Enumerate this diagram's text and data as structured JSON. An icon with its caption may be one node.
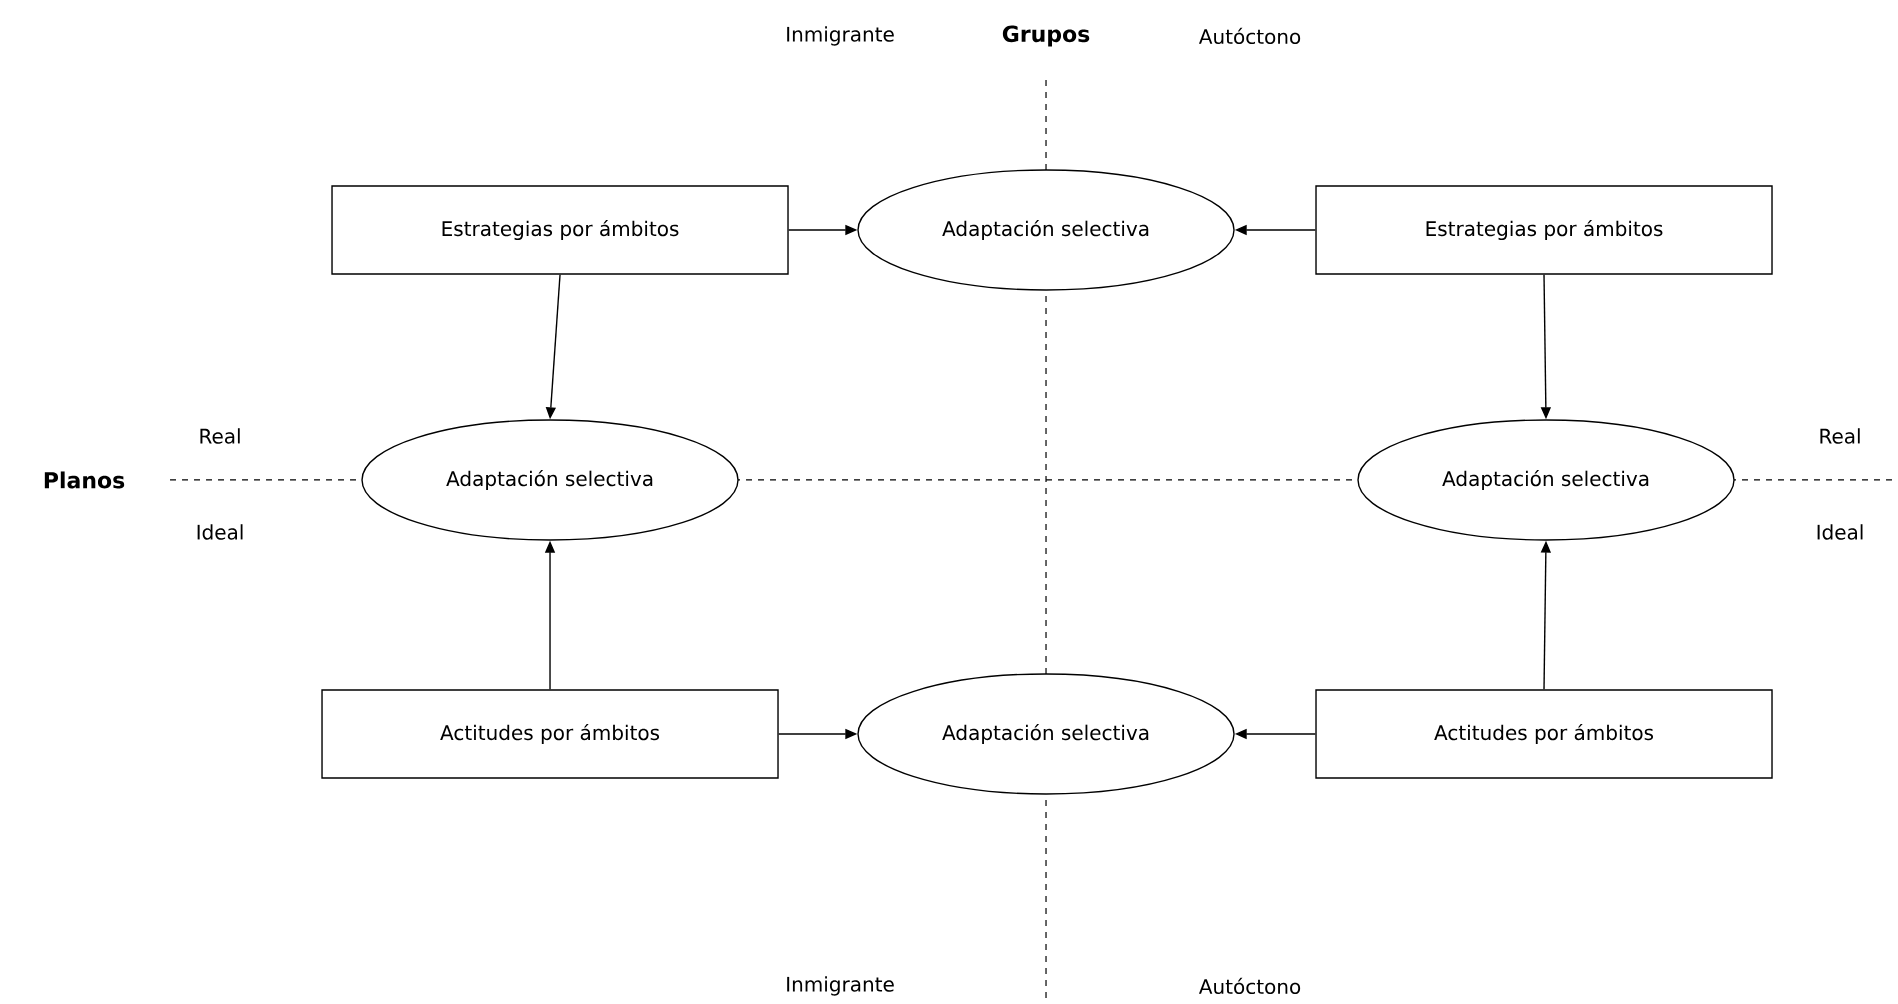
{
  "diagram": {
    "title": "Grupos",
    "nodes": [
      {
        "text": [
          "Estrategias por ámbitos"
        ]
      },
      {
        "text": [
          "Adaptación selectiva"
        ]
      },
      {
        "text": [
          "Estrategias por ámbitos"
        ]
      },
      {
        "text": [
          "Adaptación selectiva"
        ]
      },
      {
        "text": [
          "Adaptación selectiva"
        ]
      },
      {
        "text": [
          "Actitudes por ámbitos"
        ]
      },
      {
        "text": [
          "Adaptación selectiva"
        ]
      },
      {
        "text": [
          "Actitudes por ámbitos"
        ]
      }
    ],
    "edges": [
      {
        "from": 0,
        "to": 1,
        "arrow": "to"
      },
      {
        "from": 2,
        "to": 1,
        "arrow": "to"
      },
      {
        "from": 0,
        "to": 3,
        "arrow": "to"
      },
      {
        "from": 2,
        "to": 4,
        "arrow": "to"
      },
      {
        "from": 5,
        "to": 3,
        "arrow": "to"
      },
      {
        "from": 7,
        "to": 4,
        "arrow": "to"
      },
      {
        "from": 5,
        "to": 6,
        "arrow": "to"
      },
      {
        "from": 7,
        "to": 6,
        "arrow": "to"
      }
    ],
    "labels": [
      "Inmigrante",
      "Autóctono",
      "Planos",
      "Real",
      "Ideal",
      "Real",
      "Ideal",
      "Inmigrante",
      "Autóctono"
    ]
  }
}
